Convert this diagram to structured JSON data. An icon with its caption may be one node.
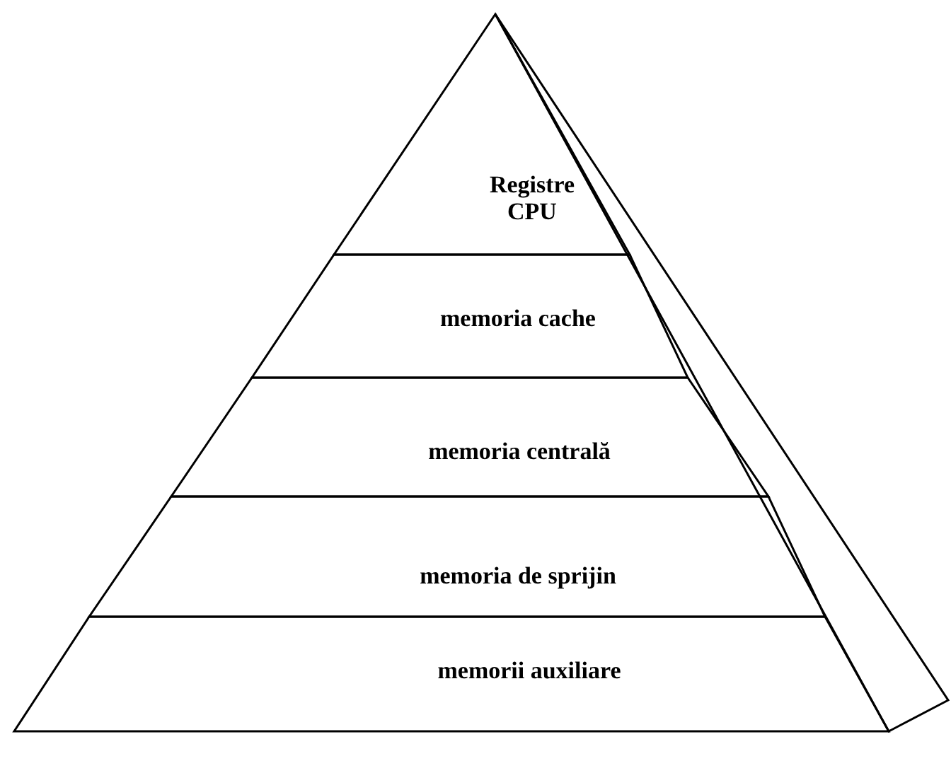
{
  "diagram": {
    "nodes": [
      {
        "text": [
          "Registre CPU"
        ]
      },
      {
        "text": [
          "memoria cache"
        ]
      },
      {
        "text": [
          "memoria centrală"
        ]
      },
      {
        "text": [
          "memoria de sprijin"
        ]
      },
      {
        "text": [
          "memorii auxiliare"
        ]
      }
    ]
  }
}
